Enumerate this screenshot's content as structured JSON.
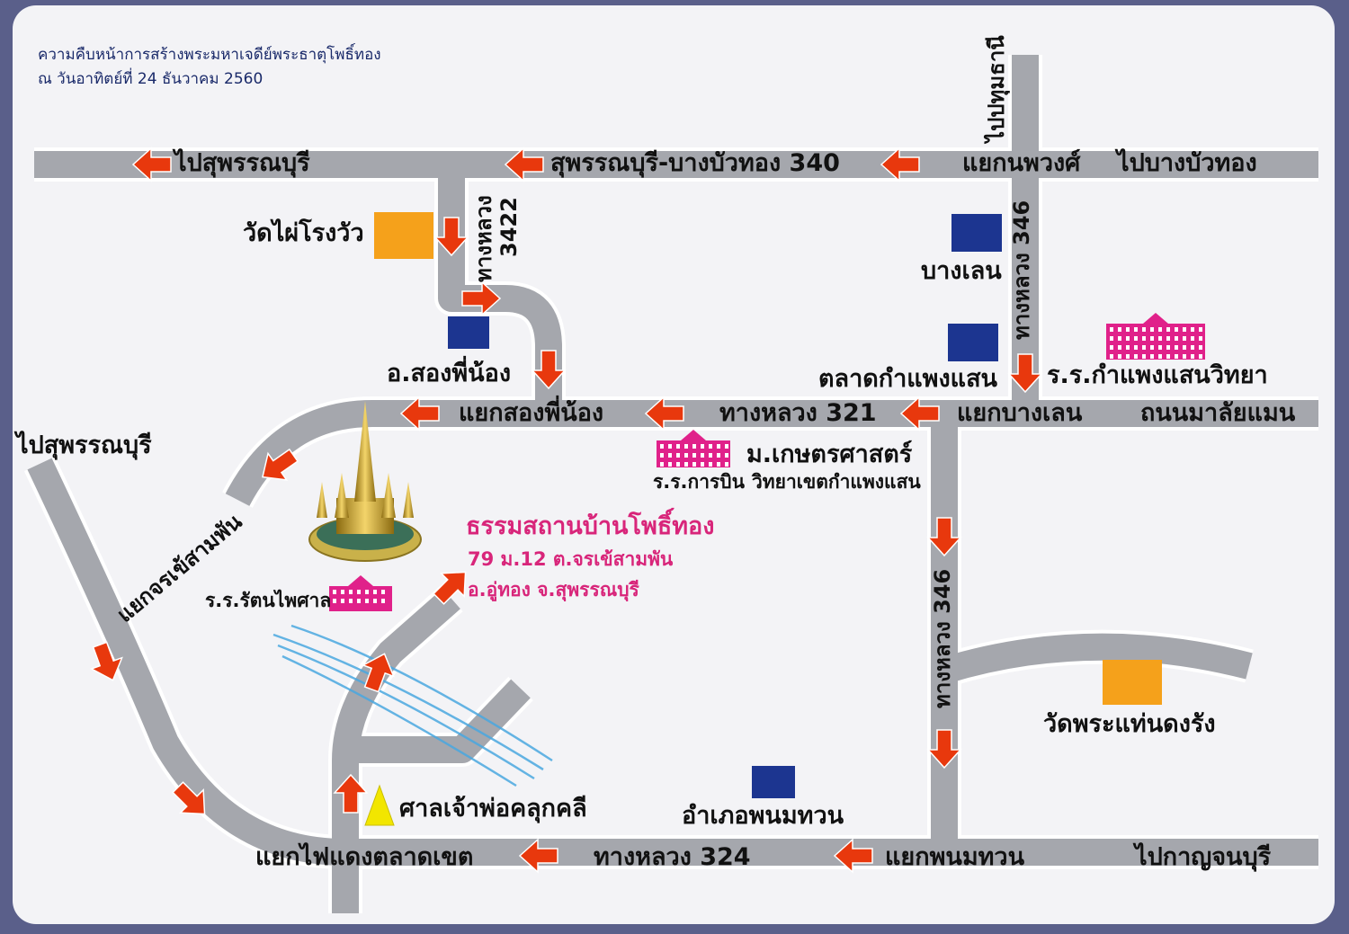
{
  "header": {
    "line1": "ความคืบหน้าการสร้างพระมหาเจดีย์พระธาตุโพธิ์ทอง",
    "line2": "ณ วันอาทิตย์ที่ 24 ธันวาคม 2560"
  },
  "roads": {
    "rt340": "สุพรรณบุรี-บางบัวทอง 340",
    "rt321": "ทางหลวง 321",
    "rt324": "ทางหลวง 324",
    "rt3422_a": "ทางหลวง",
    "rt3422_b": "3422",
    "rt346_north": "ทางหลวง 346",
    "rt346_south": "ทางหลวง 346",
    "to_pathum": "ไปปทุมธานี",
    "to_suphan_top": "ไปสุพรรณบุรี",
    "to_suphan_left": "ไปสุพรรณบุรี",
    "to_bangbuathong": "ไปบางบัวทอง",
    "to_kanchanaburi": "ไปกาญจนบุรี",
    "malaiman": "ถนนมาลัยแมน"
  },
  "junctions": {
    "nopphawong": "แยกนพวงศ์",
    "songphinong": "แยกสองพี่น้อง",
    "banglen": "แยกบางเลน",
    "jorakhe": "แยกจรเข้สามพัน",
    "phanomthuan": "แยกพนมทวน",
    "taladkhet": "แยกไฟแดงตลาดเขต"
  },
  "places": {
    "wat_phai": "วัดไผ่โรงวัว",
    "song_phi_nong": "อ.สองพี่น้อง",
    "banglen": "บางเลน",
    "talad_kamphaeng": "ตลาดกำแพงแสน",
    "school_kamphaeng": "ร.ร.กำแพงแสนวิทยา",
    "kaset": "ม.เกษตรศาสตร์",
    "school_karnbin": "ร.ร.การบิน",
    "wittaya_khet": "วิทยาเขตกำแพงแสน",
    "school_rattana": "ร.ร.รัตนไพศาล",
    "wat_phra_thaen": "วัดพระแท่นดงรัง",
    "amphoe_phanom": "อำเภอพนมทวน",
    "shrine": "ศาลเจ้าพ่อคลุกคลี"
  },
  "destination": {
    "name": "ธรรมสถานบ้านโพธิ์ทอง",
    "address1": "79 ม.12 ต.จรเข้สามพัน",
    "address2": "อ.อู่ทอง จ.สุพรรณบุรี"
  },
  "colors": {
    "road": "#a5a7ad",
    "road_edge": "#ffffff",
    "arrow": "#e8380d",
    "district": "#1c3590",
    "temple": "#f5a11b",
    "school": "#e0218a",
    "destination_text": "#d8257a",
    "river": "#4aa8e0",
    "shrine": "#f2e600"
  },
  "icons": [
    "arrow-icon",
    "district-marker-icon",
    "temple-marker-icon",
    "school-building-icon",
    "shrine-triangle-icon",
    "pagoda-icon"
  ]
}
